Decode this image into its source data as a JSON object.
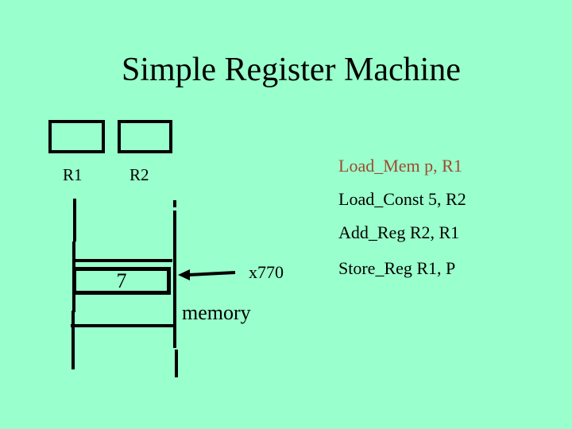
{
  "slide": {
    "title": "Simple Register Machine",
    "background_color": "#99FFCC",
    "line_color": "#000000",
    "accent_color": "#A14A2F",
    "registers": [
      {
        "label": "R1"
      },
      {
        "label": "R2"
      }
    ],
    "memory": {
      "cell_value": "7",
      "label": "memory",
      "address_label": "x770",
      "arrow_icon": "left-arrow-icon"
    },
    "instructions": [
      {
        "text": "Load_Mem p, R1",
        "color": "#A14A2F"
      },
      {
        "text": "Load_Const 5, R2",
        "color": "#000000"
      },
      {
        "text": "Add_Reg R2, R1",
        "color": "#000000"
      },
      {
        "text": "Store_Reg R1, P",
        "color": "#000000"
      }
    ]
  }
}
